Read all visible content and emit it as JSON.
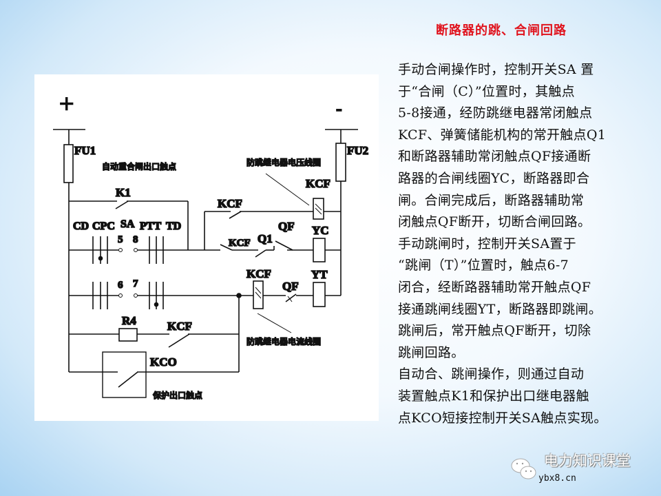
{
  "slide": {
    "title": "断路器的跳、合闸回路",
    "title_color": "#e0141e",
    "paragraph_lines": [
      "手动合闸操作时，控制开关SA 置",
      "于“合闸（C）”位置时，其触点",
      "5-8接通，经防跳继电器常闭触点",
      "KCF、弹簧储能机构的常开触点Q1",
      "和断路器辅助常闭触点QF接通断",
      "路器的合闸线圈YC，断路器即合",
      "闸。合闸完成后，断路器辅助常",
      "闭触点QF断开，切断合闸回路。",
      "手动跳闸时，控制开关SA置于",
      "“跳闸（T）”位置时，触点6-7",
      "闭合，经断路器辅助常开触点QF",
      "接通跳闸线圈YT，断路器即跳闸。",
      "跳闸后，常开触点QF断开，切除",
      "跳闸回路。",
      "自动合、跳闸操作，则通过自动",
      "装置触点K1和保护出口继电器触",
      "点KCO短接控制开关SA触点实现。"
    ]
  },
  "diagram": {
    "plus": "+",
    "minus": "-",
    "fu1": "FU1",
    "fu2": "FU2",
    "k1": "K1",
    "auto_reclose_note": "自动重合闸出口触点",
    "voltage_coil_note": "防跳继电器电压线圈",
    "current_coil_note": "防跳继电器电流线圈",
    "protection_note": "保护出口触点",
    "kcf": "KCF",
    "qf": "QF",
    "q1": "Q1",
    "yc": "YC",
    "yt": "YT",
    "r4": "R4",
    "kco": "KCO",
    "cd": "CD",
    "cpc": "CPC",
    "sa": "SA",
    "ptt": "PTT",
    "td": "TD",
    "c5": "5",
    "c8": "8",
    "c6": "6",
    "c7": "7"
  },
  "watermark": {
    "icon": "wechat-icon",
    "name": "电力知识课堂",
    "url": "ybx8.cn"
  }
}
